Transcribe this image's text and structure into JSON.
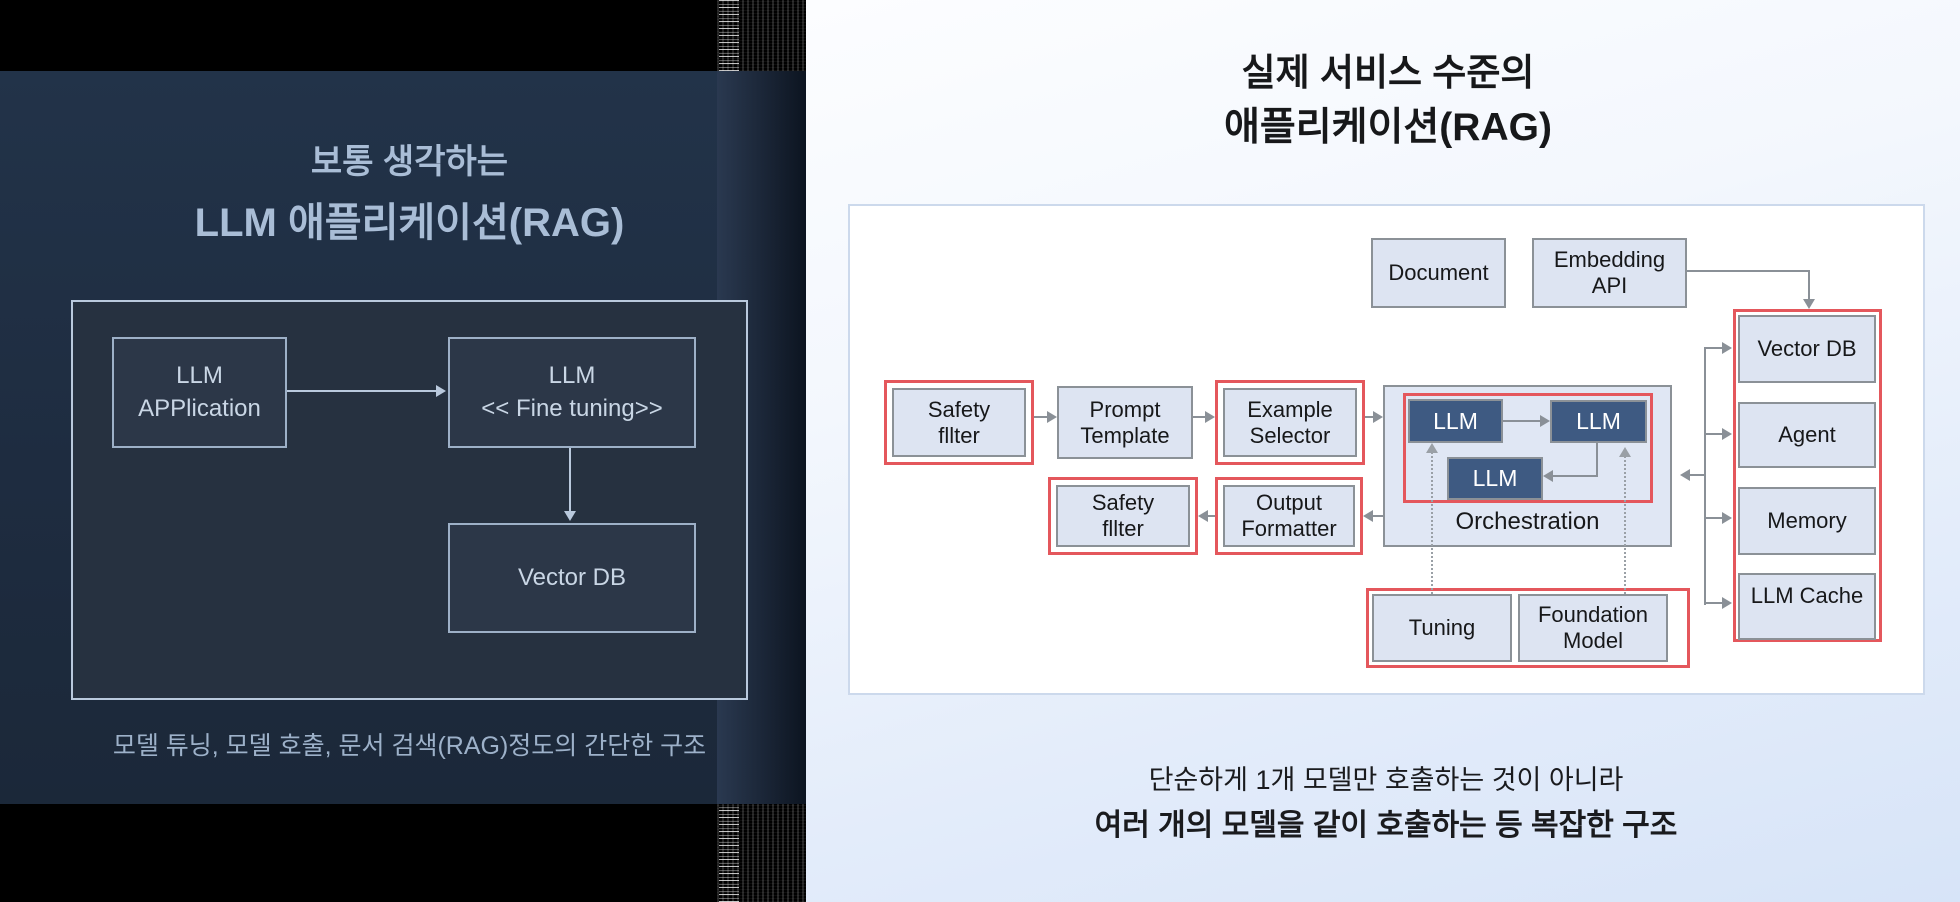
{
  "colors": {
    "accent_red": "#e4575c",
    "llm_blue": "#3e5a82",
    "node_fill": "#dde4f2",
    "left_panel_bg": "#1e2c40",
    "left_text": "#a9bdd6"
  },
  "left_panel": {
    "title_line1": "보통 생각하는",
    "title_line2": "LLM 애플리케이션(RAG)",
    "caption": "모델 튜닝, 모델 호출, 문서 검색(RAG)정도의 간단한 구조",
    "diagram": {
      "llm_application": {
        "line1": "LLM",
        "line2": "APPlication"
      },
      "llm_fine_tuning": {
        "line1": "LLM",
        "line2": "<< Fine tuning>>"
      },
      "vector_db": "Vector DB"
    }
  },
  "right_panel": {
    "title_line1": "실제 서비스 수준의",
    "title_line2": "애플리케이션(RAG)",
    "caption_line1": "단순하게 1개 모델만 호출하는 것이 아니라",
    "caption_line2": "여러 개의 모델을 같이 호출하는 등 복잡한 구조",
    "diagram": {
      "document": "Document",
      "embedding_api": {
        "line1": "Embedding",
        "line2": "API"
      },
      "safety_filter_top": {
        "line1": "Safety",
        "line2": "fllter"
      },
      "prompt_template": {
        "line1": "Prompt",
        "line2": "Template"
      },
      "example_selector": {
        "line1": "Example",
        "line2": "Selector"
      },
      "llm_1": "LLM",
      "llm_2": "LLM",
      "llm_3": "LLM",
      "orchestration_label": "Orchestration",
      "output_formatter": {
        "line1": "Output",
        "line2": "Formatter"
      },
      "safety_filter_bottom": {
        "line1": "Safety",
        "line2": "fllter"
      },
      "tuning": "Tuning",
      "foundation_model": {
        "line1": "Foundation",
        "line2": "Model"
      },
      "vector_db": "Vector DB",
      "agent": "Agent",
      "memory": "Memory",
      "llm_cache": "LLM Cache"
    }
  }
}
